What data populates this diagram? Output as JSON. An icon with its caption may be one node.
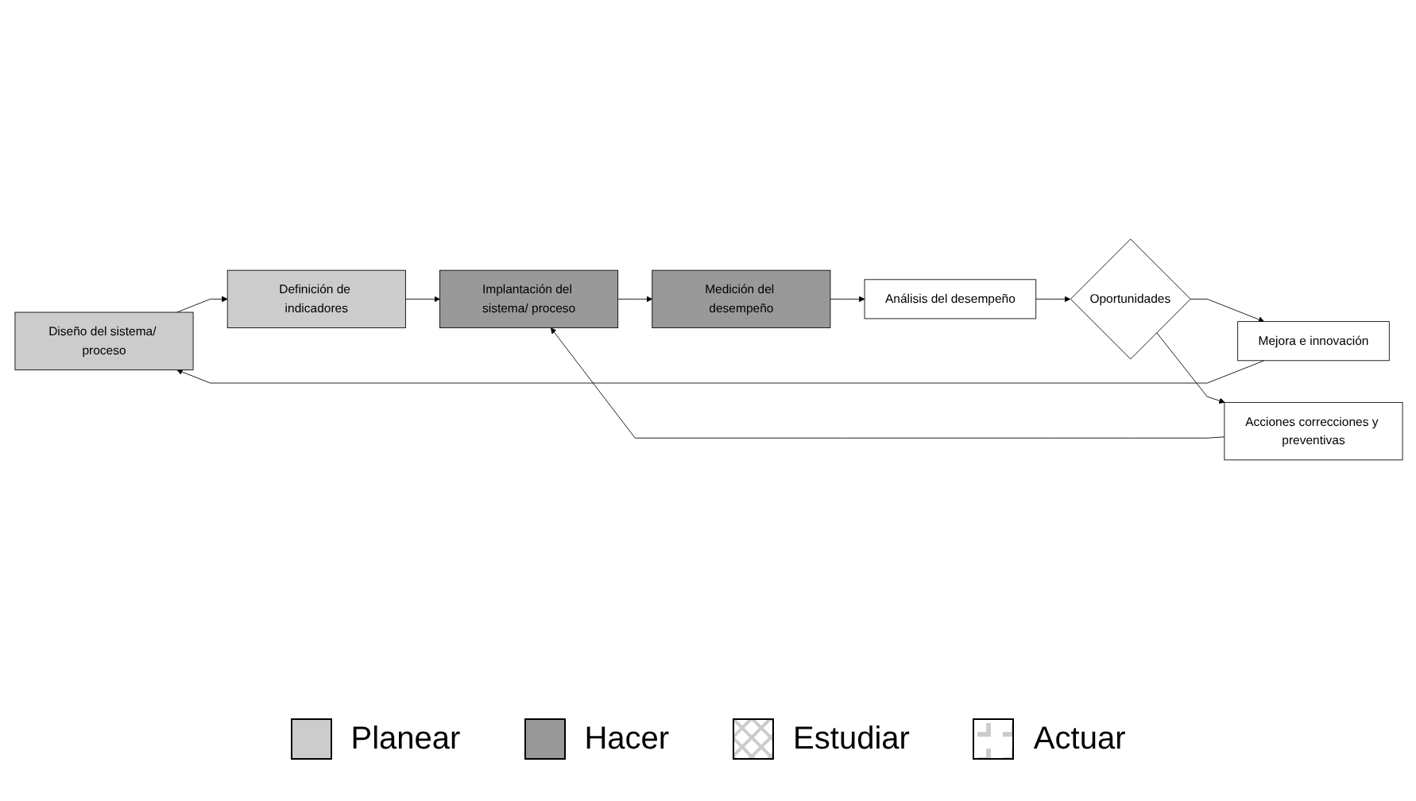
{
  "diagram": {
    "nodes": [
      {
        "text": [
          "Diseño del sistema/ proceso"
        ]
      },
      {
        "text": [
          "Definición de indicadores"
        ]
      },
      {
        "text": [
          "Implantación del sistema/ proceso"
        ]
      },
      {
        "text": [
          "Medición del desempeño"
        ]
      },
      {
        "text": [
          "Acciones correcciones y preventivas"
        ]
      },
      {
        "text": [
          "Mejora e innovación"
        ]
      },
      {
        "text": [
          "Oportunidades"
        ]
      },
      {
        "text": [
          "Análisis del desempeño"
        ]
      }
    ],
    "edges": [
      {
        "from": 0,
        "to": 1,
        "arrow": "to"
      },
      {
        "from": 1,
        "to": 2,
        "arrow": "to"
      },
      {
        "from": 2,
        "to": 3,
        "arrow": "to"
      },
      {
        "from": 3,
        "to": 7,
        "arrow": "to"
      },
      {
        "from": 7,
        "to": 6,
        "arrow": "to"
      },
      {
        "from": 6,
        "to": 5,
        "arrow": "to"
      },
      {
        "from": 6,
        "to": 4,
        "arrow": "to"
      },
      {
        "from": 4,
        "to": 2,
        "arrow": "to"
      },
      {
        "from": 5,
        "to": 0,
        "arrow": "to"
      }
    ],
    "legend": [
      {
        "text": "Planear",
        "color": "#cccccc"
      },
      {
        "text": "Hacer",
        "color": "#999999"
      },
      {
        "text": "Estudiar"
      },
      {
        "text": "Actuar"
      }
    ]
  }
}
